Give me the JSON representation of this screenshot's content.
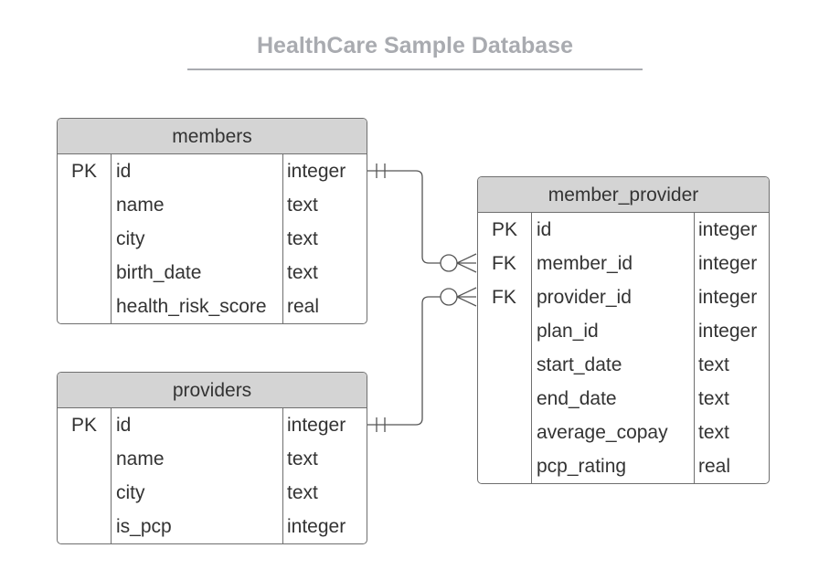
{
  "diagram": {
    "title": "HealthCare Sample Database"
  },
  "tables": {
    "members": {
      "name": "members",
      "rows": [
        {
          "key": "PK",
          "column": "id",
          "type": "integer"
        },
        {
          "key": "",
          "column": "name",
          "type": "text"
        },
        {
          "key": "",
          "column": "city",
          "type": "text"
        },
        {
          "key": "",
          "column": "birth_date",
          "type": "text"
        },
        {
          "key": "",
          "column": "health_risk_score",
          "type": "real"
        }
      ]
    },
    "providers": {
      "name": "providers",
      "rows": [
        {
          "key": "PK",
          "column": "id",
          "type": "integer"
        },
        {
          "key": "",
          "column": "name",
          "type": "text"
        },
        {
          "key": "",
          "column": "city",
          "type": "text"
        },
        {
          "key": "",
          "column": "is_pcp",
          "type": "integer"
        }
      ]
    },
    "member_provider": {
      "name": "member_provider",
      "rows": [
        {
          "key": "PK",
          "column": "id",
          "type": "integer"
        },
        {
          "key": "FK",
          "column": "member_id",
          "type": "integer"
        },
        {
          "key": "FK",
          "column": "provider_id",
          "type": "integer"
        },
        {
          "key": "",
          "column": "plan_id",
          "type": "integer"
        },
        {
          "key": "",
          "column": "start_date",
          "type": "text"
        },
        {
          "key": "",
          "column": "end_date",
          "type": "text"
        },
        {
          "key": "",
          "column": "average_copay",
          "type": "text"
        },
        {
          "key": "",
          "column": "pcp_rating",
          "type": "real"
        }
      ]
    }
  },
  "relationships": [
    {
      "from": "members.id",
      "from_cardinality": "exactly-one",
      "to": "member_provider.member_id",
      "to_cardinality": "zero-or-many"
    },
    {
      "from": "providers.id",
      "from_cardinality": "exactly-one",
      "to": "member_provider.provider_id",
      "to_cardinality": "zero-or-many"
    }
  ],
  "colors": {
    "title": "#a9abb0",
    "header_fill": "#d4d4d4",
    "border": "#6f6f6f",
    "connector": "#555555",
    "text": "#333333"
  }
}
